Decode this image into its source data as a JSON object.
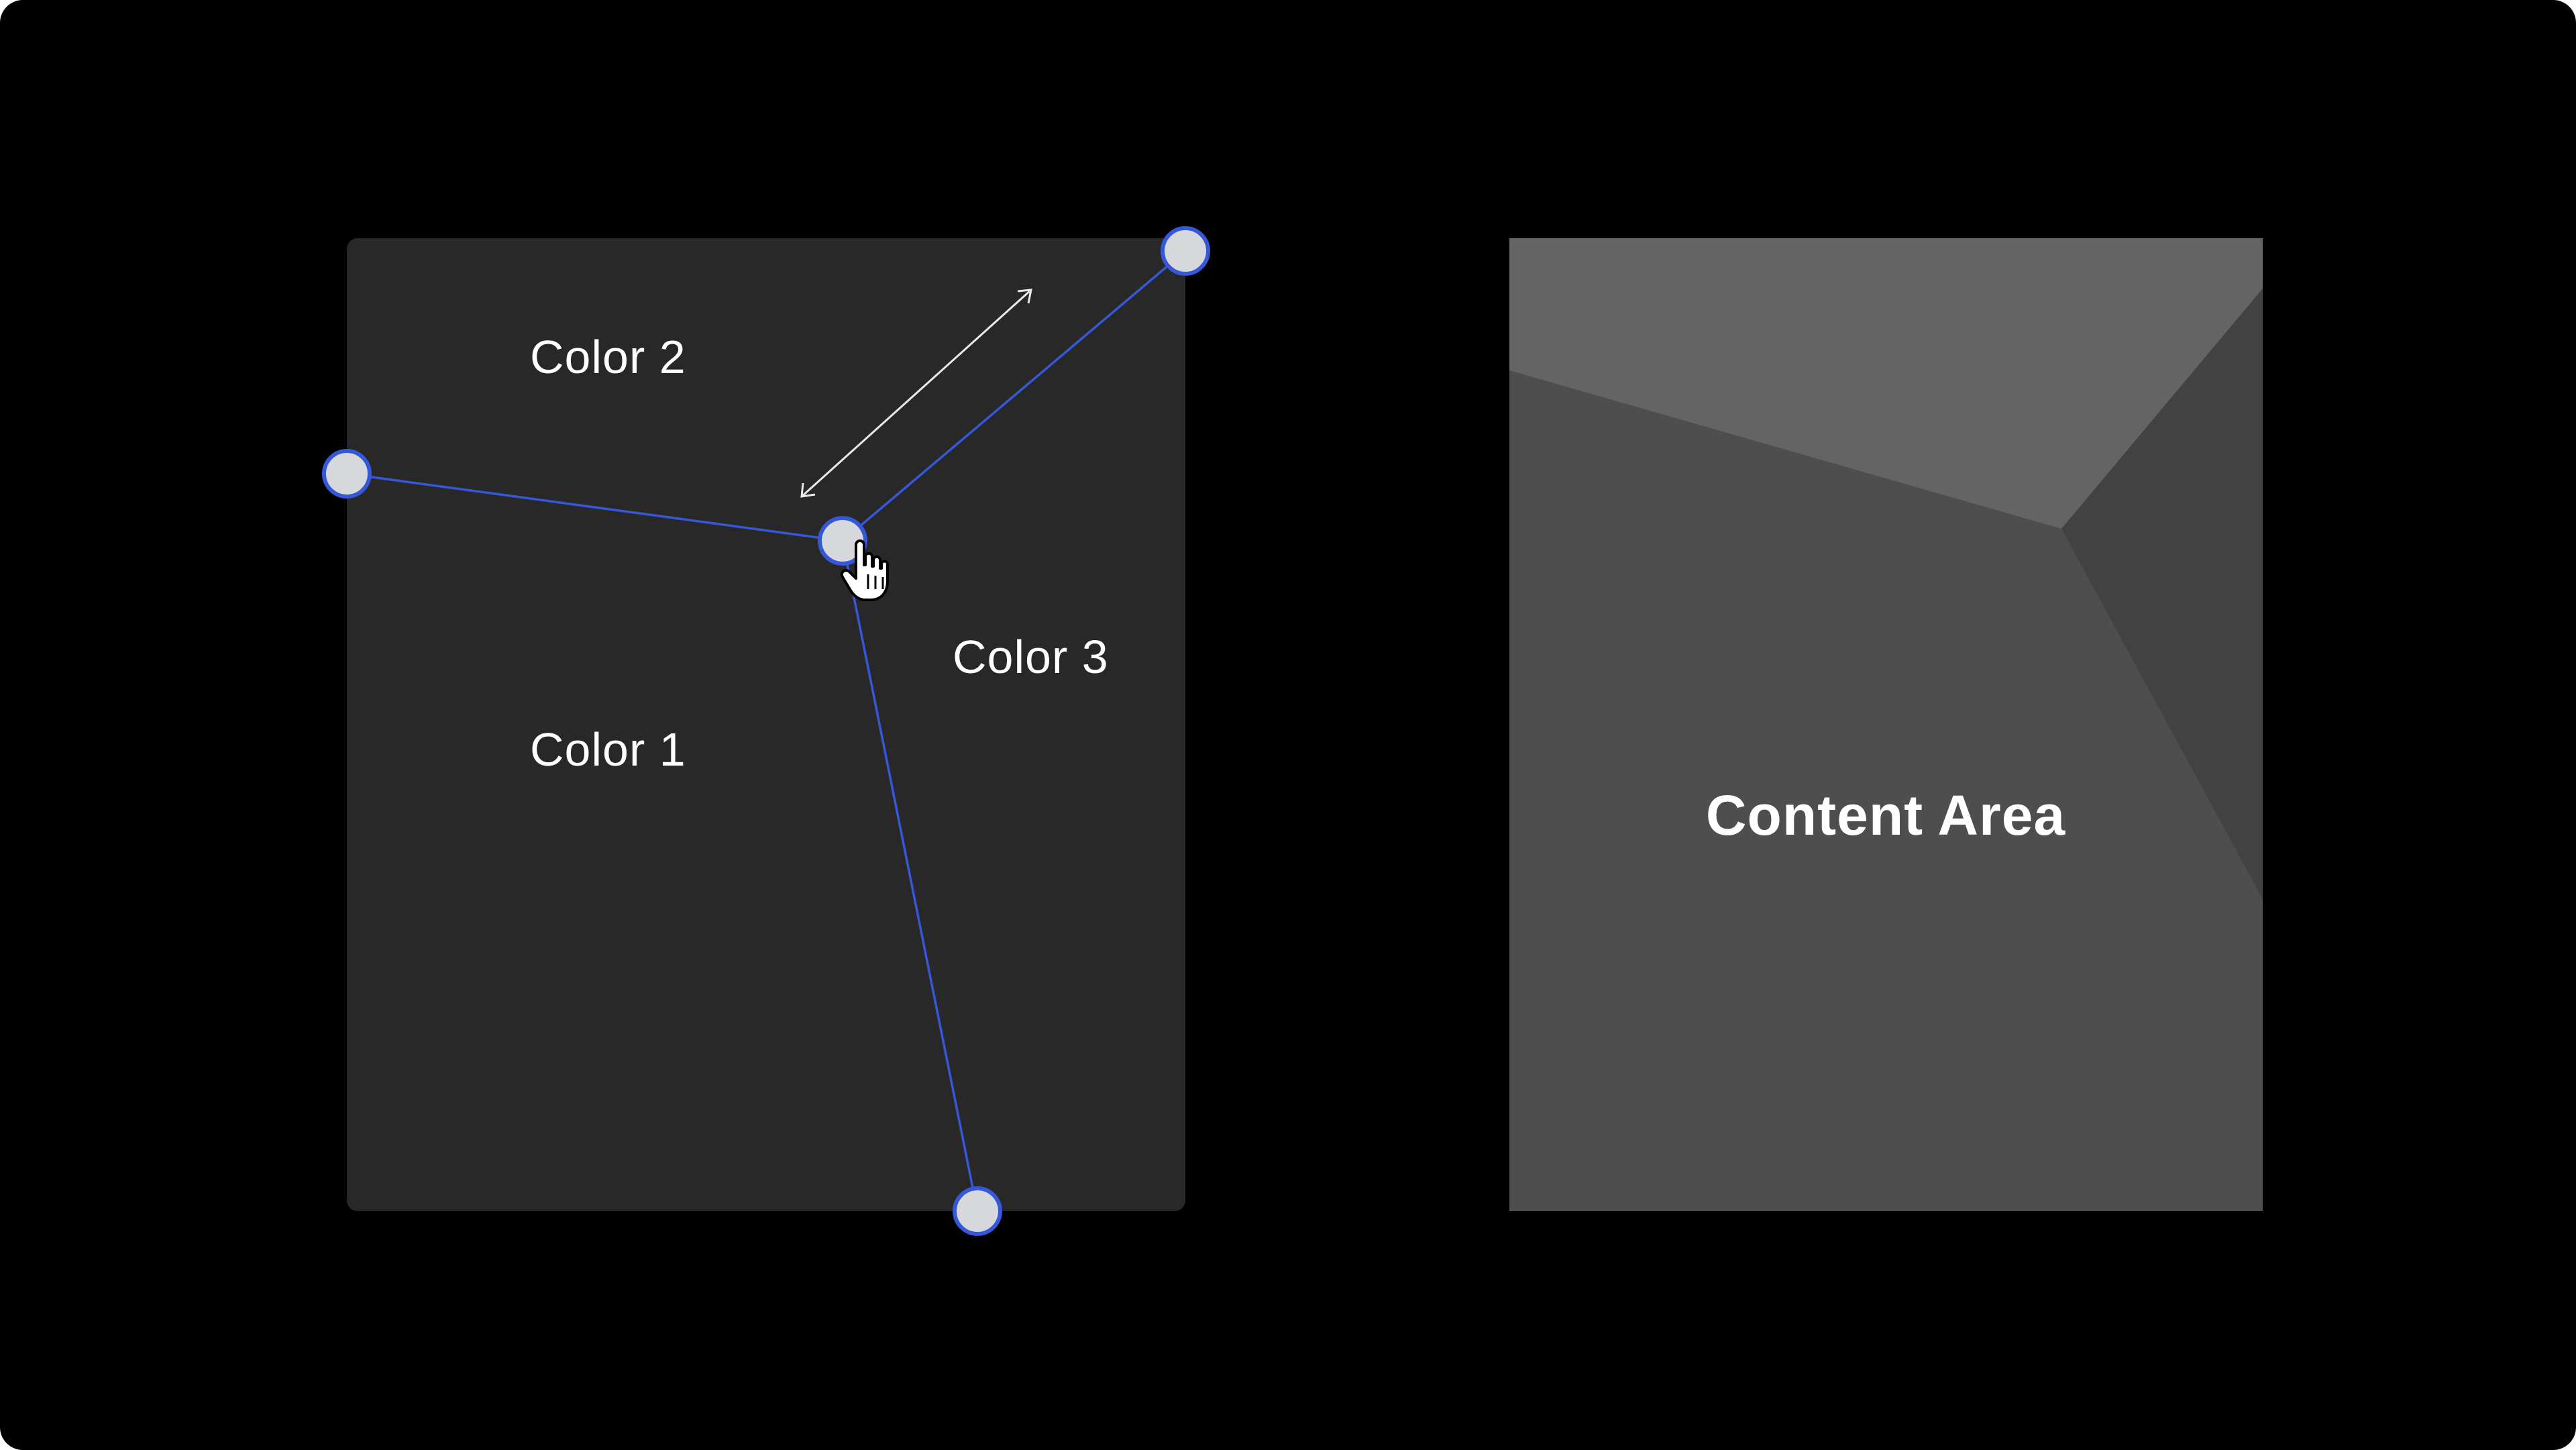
{
  "editor": {
    "regions": [
      {
        "label": "Color 1",
        "color": "#4e4e4e"
      },
      {
        "label": "Color 2",
        "color": "#646464"
      },
      {
        "label": "Color 3",
        "color": "#424242"
      }
    ],
    "panel_color": "#282828",
    "handle_fill": "#d7d8dc",
    "accent_color": "#3558d8"
  },
  "preview": {
    "label": "Content Area"
  },
  "icons": {
    "cursor": "hand-pointer-icon",
    "drag_hint": "double-arrow-icon"
  }
}
